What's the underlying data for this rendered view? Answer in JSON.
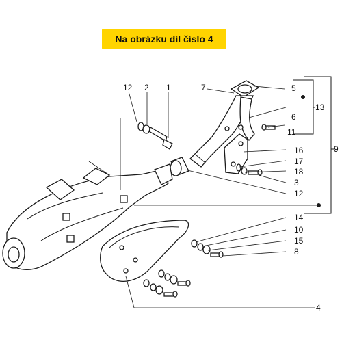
{
  "banner": {
    "text": "Na obrázku díl číslo 4"
  },
  "callouts": {
    "n12_top": "12",
    "n2": "2",
    "n1": "1",
    "n7": "7",
    "n5": "5",
    "n13": "13",
    "n6": "6",
    "n11": "11",
    "n16": "16",
    "n9": "9",
    "n17": "17",
    "n18": "18",
    "n3": "3",
    "n12_mid": "12",
    "n14": "14",
    "n10": "10",
    "n15": "15",
    "n8": "8",
    "n4": "4"
  },
  "colors": {
    "banner": "#ffd400",
    "line": "#1a1a1a",
    "background": "#ffffff"
  }
}
